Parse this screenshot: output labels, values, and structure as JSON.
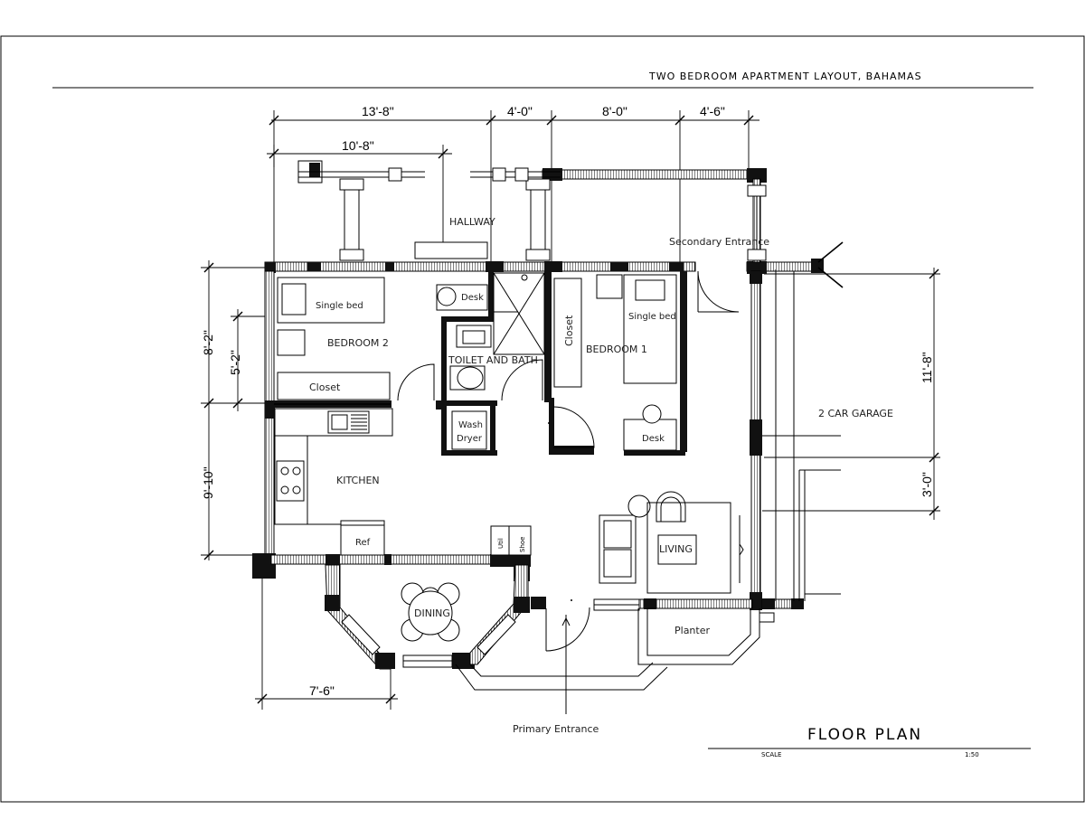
{
  "title": "TWO BEDROOM APARTMENT LAYOUT, BAHAMAS",
  "plan_title": "FLOOR PLAN",
  "scale_label": "SCALE",
  "scale_value": "1:50",
  "dimensions": {
    "top_1": "13'-8\"",
    "top_2": "4'-0\"",
    "top_3": "8'-0\"",
    "top_4": "4'-6\"",
    "top_inner": "10'-8\"",
    "left_1": "8'-2\"",
    "left_2": "5'-2\"",
    "left_3": "9'-10\"",
    "right_1": "11'-8\"",
    "right_2": "3'-0\"",
    "bottom_1": "7'-6\""
  },
  "rooms": {
    "hallway": "HALLWAY",
    "bedroom2": "BEDROOM 2",
    "bedroom1": "BEDROOM 1",
    "toilet": "TOILET AND BATH",
    "kitchen": "KITCHEN",
    "living": "LIVING",
    "dining": "DINING",
    "garage": "2 CAR GARAGE",
    "planter": "Planter"
  },
  "fixtures": {
    "single_bed_1": "Single bed",
    "single_bed_2": "Single bed",
    "closet_1": "Closet",
    "closet_2": "Closet",
    "desk_1": "Desk",
    "desk_2": "Desk",
    "wash": "Wash",
    "dryer": "Dryer",
    "ref": "Ref",
    "util": "Util",
    "shoe": "Shoe"
  },
  "entrances": {
    "secondary": "Secondary Entrance",
    "primary": "Primary Entrance"
  }
}
